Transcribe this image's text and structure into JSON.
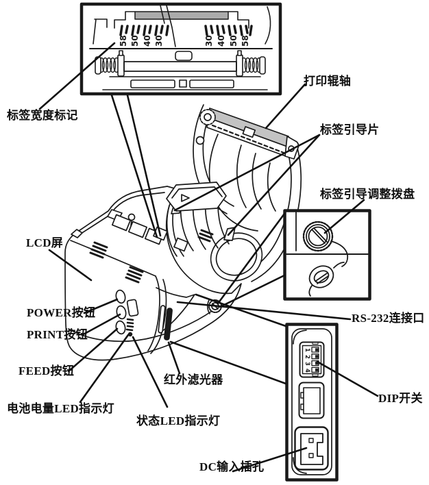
{
  "colors": {
    "line": "#1a1a1a",
    "gray_bar": "#ababab",
    "bg": "#ffffff"
  },
  "callouts": [
    {
      "id": "label-width-marks",
      "text": "标签宽度标记"
    },
    {
      "id": "platen-roller",
      "text": "打印辊轴"
    },
    {
      "id": "label-guides",
      "text": "标签引导片"
    },
    {
      "id": "label-guide-adjust-dial",
      "text": "标签引导调整拨盘"
    },
    {
      "id": "lcd-screen",
      "text": "LCD屏"
    },
    {
      "id": "power-button",
      "text": "POWER按钮"
    },
    {
      "id": "print-button",
      "text": "PRINT按钮"
    },
    {
      "id": "feed-button",
      "text": "FEED按钮"
    },
    {
      "id": "battery-led",
      "text": "电池电量LED指示灯"
    },
    {
      "id": "status-led",
      "text": "状态LED指示灯"
    },
    {
      "id": "ir-filter",
      "text": "红外滤光器"
    },
    {
      "id": "rs232-port",
      "text": "RS-232连接口"
    },
    {
      "id": "dip-switch",
      "text": "DIP开关"
    },
    {
      "id": "dc-input-jack",
      "text": "DC输入插孔"
    }
  ],
  "width_scale": {
    "left": [
      "58",
      "50",
      "40",
      "30"
    ],
    "right": [
      "30",
      "40",
      "50",
      "58"
    ]
  },
  "dip": {
    "numbers": [
      "1",
      "2",
      "3",
      "4"
    ]
  }
}
